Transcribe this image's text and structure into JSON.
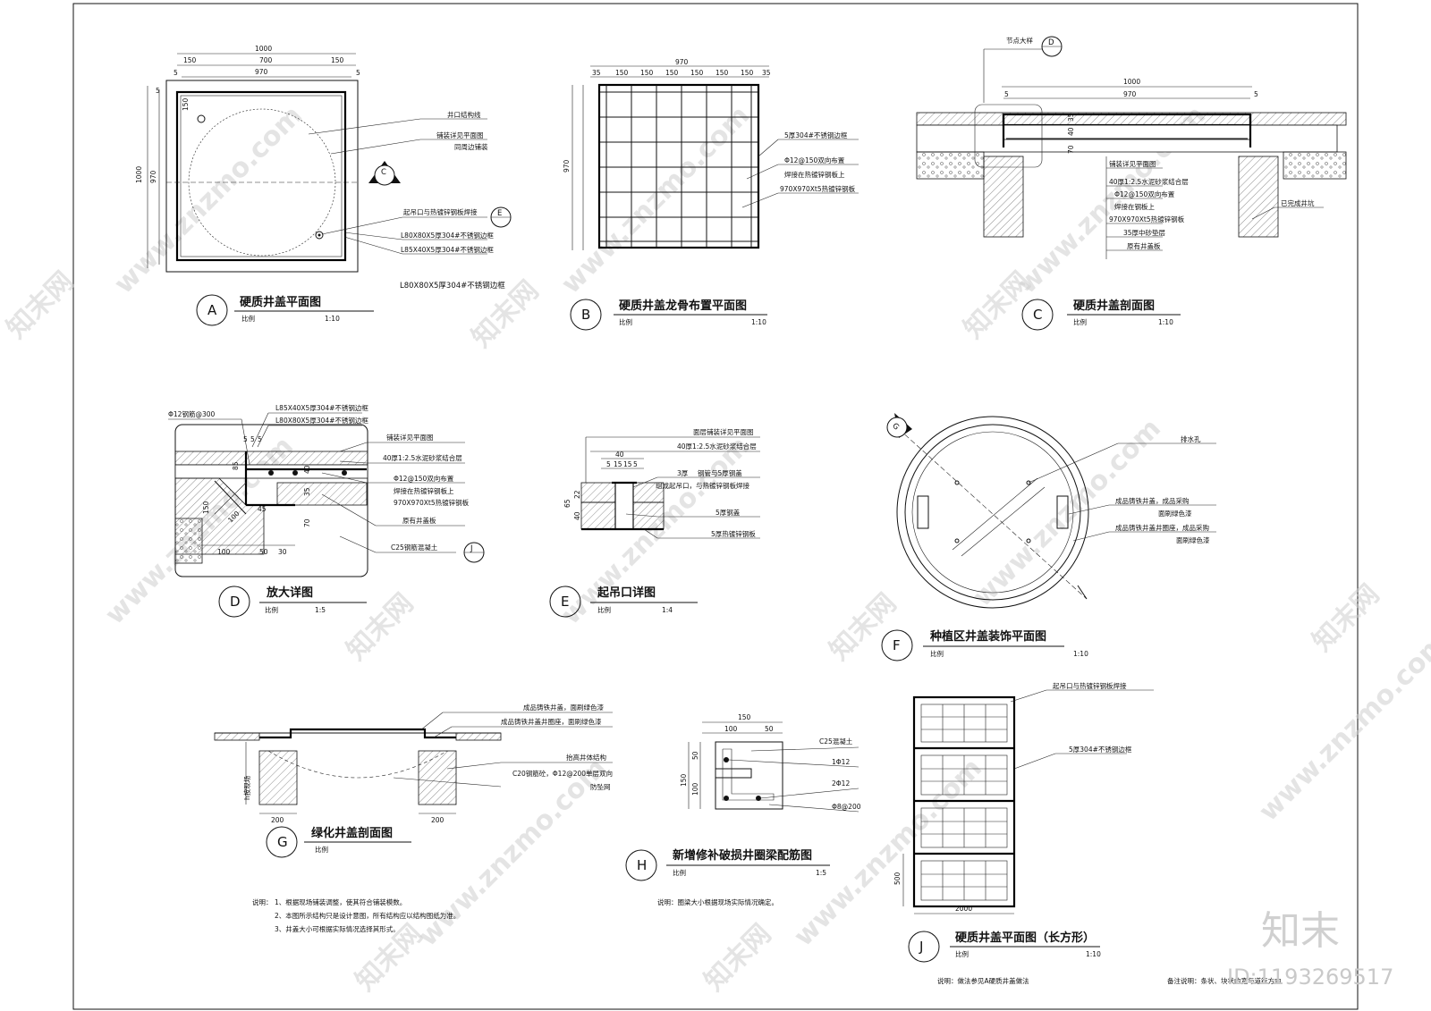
{
  "watermark": {
    "site": "www.znzmo.com",
    "brand_cn": "知末网",
    "logo": "知末",
    "id": "ID:1193269517"
  },
  "detail_a": {
    "tag": "A",
    "title": "硬质井盖平面图",
    "scale_label": "比例",
    "scale": "1:10",
    "dims": [
      "1000",
      "150",
      "700",
      "150",
      "970",
      "5",
      "5",
      "5",
      "150",
      "1000",
      "970"
    ],
    "notes": [
      "井口结构线",
      "铺装详见平面图",
      "同周边铺装",
      "起吊口与热镀锌钢板焊接",
      "L80X80X5厚304#不锈钢边框",
      "L85X40X5厚304#不锈钢边框"
    ],
    "bottom_note": "L80X80X5厚304#不锈钢边框",
    "section_mark": "C",
    "detail_mark": "E"
  },
  "detail_b": {
    "tag": "B",
    "title": "硬质井盖龙骨布置平面图",
    "scale_label": "比例",
    "scale": "1:10",
    "top_dim": "970",
    "dims": [
      "35",
      "150",
      "150",
      "150",
      "150",
      "150",
      "150",
      "35"
    ],
    "side_dim": "970",
    "notes": [
      "5厚304#不锈钢边框",
      "Φ12@150双向布置",
      "焊接在热镀锌钢板上",
      "970X970Xt5热镀锌钢板"
    ]
  },
  "detail_c": {
    "tag": "C",
    "title": "硬质井盖剖面图",
    "scale_label": "比例",
    "scale": "1:10",
    "node_label": "节点大样",
    "node_mark": "D",
    "dims": [
      "1000",
      "970",
      "5",
      "5",
      "35",
      "40",
      "70"
    ],
    "notes": [
      "铺装详见平面图",
      "40厚1:2.5水泥砂浆结合层",
      "Φ12@150双向布置",
      "焊接在钢板上",
      "970X970Xt5热镀锌钢板",
      "35厚中砂垫层",
      "原有井盖板",
      "已完成井坑"
    ]
  },
  "detail_d": {
    "tag": "D",
    "title": "放大详图",
    "scale_label": "比例",
    "scale": "1:5",
    "notes": [
      "Φ12钢筋@300",
      "L85X40X5厚304#不锈钢边框",
      "L80X80X5厚304#不锈钢边框",
      "铺装详见平面图",
      "40厚1:2.5水泥砂浆结合层",
      "Φ12@150双向布置",
      "焊接在热镀锌钢板上",
      "970X970Xt5热镀锌钢板",
      "原有井盖板",
      "C25钢筋混凝土"
    ],
    "dims": [
      "5",
      "5",
      "5",
      "85",
      "40",
      "35",
      "70",
      "150",
      "100",
      "45",
      "100",
      "50",
      "30"
    ],
    "mark": "J"
  },
  "detail_e": {
    "tag": "E",
    "title": "起吊口详图",
    "scale_label": "比例",
    "scale": "1:4",
    "notes": [
      "面层铺装详见平面图",
      "40厚1:2.5水泥砂浆结合层",
      "3厚",
      "钢管与5厚钢盖",
      "组成起吊口，与热镀锌钢板焊接",
      "5厚钢盖",
      "5厚热镀锌钢板"
    ],
    "dims": [
      "40",
      "5",
      "15",
      "15",
      "5",
      "65",
      "22",
      "40"
    ]
  },
  "detail_f": {
    "tag": "F",
    "title": "种植区井盖装饰平面图",
    "scale_label": "比例",
    "scale": "1:10",
    "notes": [
      "排水孔",
      "成品铸铁井盖，成品采购",
      "面刷绿色漆",
      "成品铸铁井盖井圈座，成品采购",
      "面刷绿色漆"
    ],
    "mark": "G"
  },
  "detail_g": {
    "tag": "G",
    "title": "绿化井盖剖面图",
    "scale_label": "比例",
    "notes": [
      "成品铸铁井盖，面刷绿色漆",
      "成品铸铁井盖井圈座，面刷绿色漆",
      "抬高井体结构",
      "C20钢筋砼，Φ12@200单层双向",
      "防坠网"
    ],
    "dims": [
      "200",
      "200"
    ],
    "side_label": "h按现场"
  },
  "detail_h": {
    "tag": "H",
    "title": "新增修补破损井圈梁配筋图",
    "scale_label": "比例",
    "scale": "1:5",
    "dims": [
      "150",
      "100",
      "50",
      "50",
      "150",
      "100"
    ],
    "notes": [
      "C25混凝土",
      "1Φ12",
      "2Φ12",
      "Φ8@200"
    ],
    "footnote": "说明：圈梁大小根据现场实际情况确定。"
  },
  "detail_j": {
    "tag": "J",
    "title": "硬质井盖平面图（长方形）",
    "scale_label": "比例",
    "scale": "1:10",
    "notes": [
      "起吊口与热镀锌钢板焊接",
      "5厚304#不锈钢边框"
    ],
    "dims": [
      "2000",
      "500"
    ],
    "footnote": "说明：做法参见A硬质井盖做法"
  },
  "general_notes": {
    "head": "说明：",
    "items": [
      "1、根据现场铺装调整，使其符合铺装模数。",
      "2、本图所示结构只是设计意图，所有结构应以结构图纸为准。",
      "3、井盖大小可根据实际情况选择其形式。"
    ]
  },
  "remark": "备注说明：条状、块状的宽与道行方向"
}
